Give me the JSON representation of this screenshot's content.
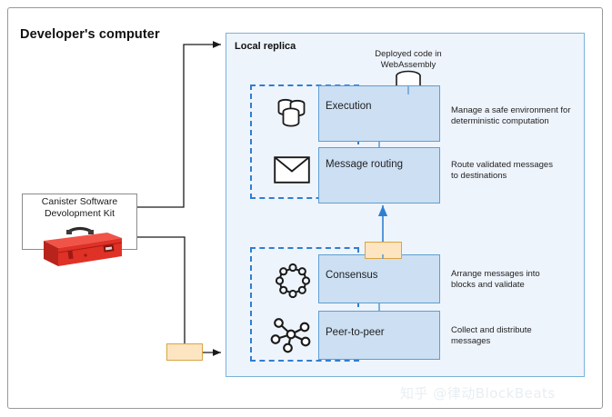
{
  "diagram": {
    "title": "Developer's computer",
    "watermark": "知乎 @律动BlockBeats"
  },
  "sdk": {
    "label": "Canister Software\nDevolopment Kit",
    "line1": "Canister Software",
    "line2": "Devolopment Kit",
    "icon": "red-toolbox-icon"
  },
  "replica": {
    "title": "Local replica",
    "deployed_caption_line1": "Deployed code in",
    "deployed_caption_line2": "WebAssembly",
    "deployed_icon": "database-cylinder-icon",
    "groups": [
      {
        "name": "upper-stack",
        "style": "dashed-blue"
      },
      {
        "name": "lower-stack",
        "style": "dashed-blue"
      }
    ],
    "components": [
      {
        "key": "execution",
        "label": "Execution",
        "icon": "canister-stack-icon",
        "note_line1": "Manage a safe environment for",
        "note_line2": "deterministic computation"
      },
      {
        "key": "message-routing",
        "label": "Message routing",
        "icon": "envelope-icon",
        "note_line1": "Route validated messages",
        "note_line2": "to destinations"
      },
      {
        "key": "consensus",
        "label": "Consensus",
        "icon": "consensus-ring-icon",
        "note_line1": "Arrange messages into",
        "note_line2": "blocks and validate"
      },
      {
        "key": "peer-to-peer",
        "label": "Peer-to-peer",
        "icon": "network-nodes-icon",
        "note_line1": "Collect and distribute",
        "note_line2": "messages"
      }
    ]
  },
  "colors": {
    "replica_fill": "#eef4fc",
    "replica_border": "#7ab3d9",
    "component_fill": "#ccdff3",
    "component_border": "#5f9ed1",
    "dashed_border": "#2f7fd0",
    "orange_fill": "#fde5c2",
    "orange_border": "#d9a441",
    "toolbox_red": "#e03127",
    "arrow_black": "#1a1a1a",
    "arrow_blue": "#2f7fd0"
  }
}
